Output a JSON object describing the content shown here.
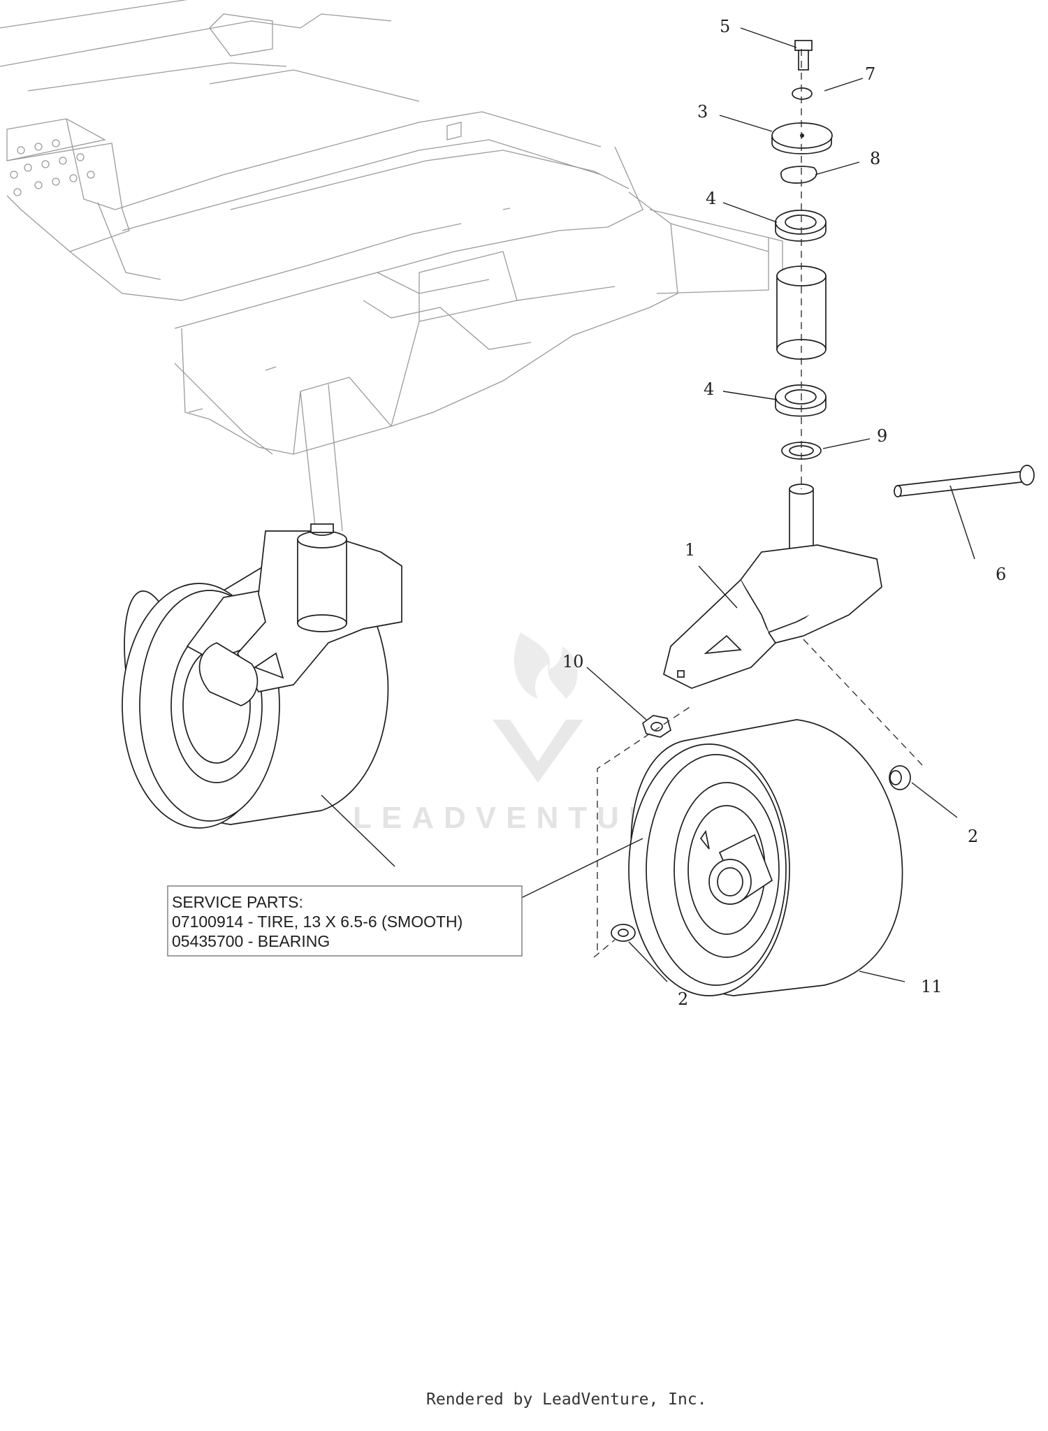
{
  "callouts": [
    {
      "id": "c5",
      "label": "5"
    },
    {
      "id": "c7",
      "label": "7"
    },
    {
      "id": "c3",
      "label": "3"
    },
    {
      "id": "c8",
      "label": "8"
    },
    {
      "id": "c4a",
      "label": "4"
    },
    {
      "id": "c4b",
      "label": "4"
    },
    {
      "id": "c9",
      "label": "9"
    },
    {
      "id": "c6",
      "label": "6"
    },
    {
      "id": "c1",
      "label": "1"
    },
    {
      "id": "c10",
      "label": "10"
    },
    {
      "id": "c2a",
      "label": "2"
    },
    {
      "id": "c2b",
      "label": "2"
    },
    {
      "id": "c11",
      "label": "11"
    }
  ],
  "service_box": {
    "heading": "SERVICE PARTS:",
    "lines": [
      "07100914 - TIRE, 13 X 6.5-6 (SMOOTH)",
      "05435700 - BEARING"
    ]
  },
  "watermark": "LEADVENTURE",
  "footer": "Rendered by LeadVenture, Inc.",
  "colors": {
    "line": "#1e1e1e",
    "frame_line": "#9a9a9a",
    "watermark": "#e3e3e3"
  }
}
